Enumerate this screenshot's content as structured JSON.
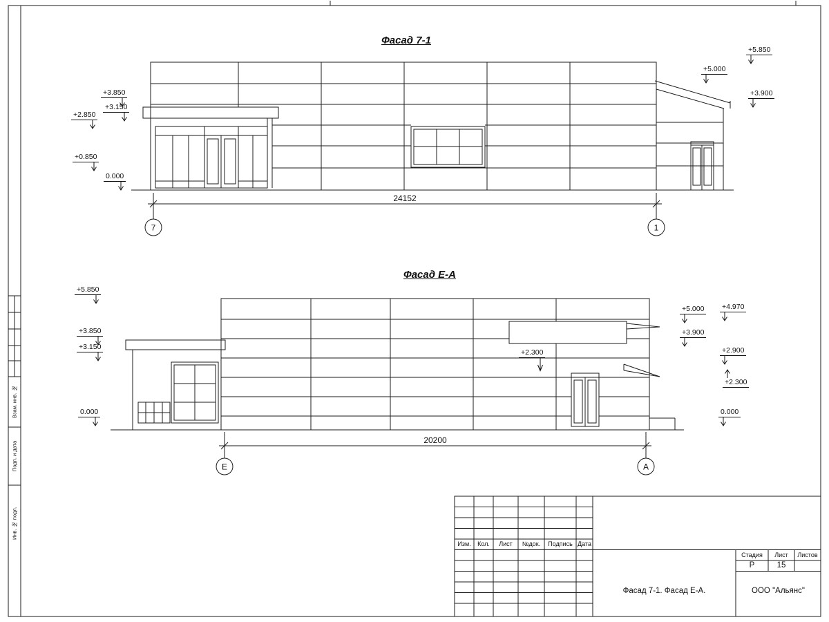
{
  "facade1": {
    "title": "Фасад 7-1",
    "dimension": "24152",
    "axis_left": "7",
    "axis_right": "1",
    "marks_left": [
      "+3.850",
      "+3.150",
      "+2.850",
      "+0.850",
      "0.000"
    ],
    "marks_right": [
      "+5.850",
      "+5.000",
      "+3.900"
    ]
  },
  "facade2": {
    "title": "Фасад Е-А",
    "dimension": "20200",
    "axis_left": "Е",
    "axis_right": "А",
    "marks_left": [
      "+5.850",
      "+3.850",
      "+3.150",
      "0.000"
    ],
    "mark_mid": "+2.300",
    "marks_right": [
      "+5.000",
      "+4.970",
      "+3.900",
      "+2.900",
      "+2.300",
      "0.000"
    ]
  },
  "titleblock": {
    "columns": [
      "Изм.",
      "Кол.",
      "Лист",
      "№док.",
      "Подпись",
      "Дата"
    ],
    "stage_label": "Стадия",
    "sheet_label": "Лист",
    "sheets_label": "Листов",
    "stage_value": "Р",
    "sheet_value": "15",
    "drawing_title": "Фасад 7-1. Фасад Е-А.",
    "company": "ООО \"Альянс\""
  },
  "left_strip": {
    "labels": [
      "Взам. инв. №",
      "Подп. и дата",
      "Инв. № подл."
    ]
  }
}
